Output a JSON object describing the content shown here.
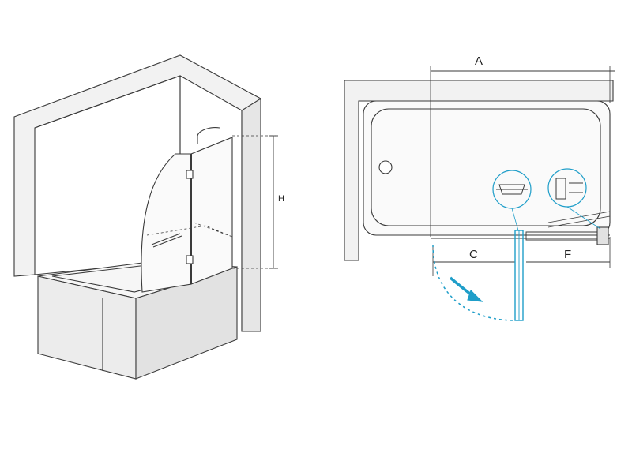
{
  "diagram": {
    "left_view": {
      "dimension_labels": {
        "height": "H"
      }
    },
    "right_view": {
      "dimension_labels": {
        "width": "A",
        "door": "C",
        "fixed": "F"
      }
    },
    "colors": {
      "line": "#3a3a3a",
      "wall_fill": "#f2f2f2",
      "tub_fill": "#ececec",
      "accent": "#1f9ec9"
    }
  }
}
